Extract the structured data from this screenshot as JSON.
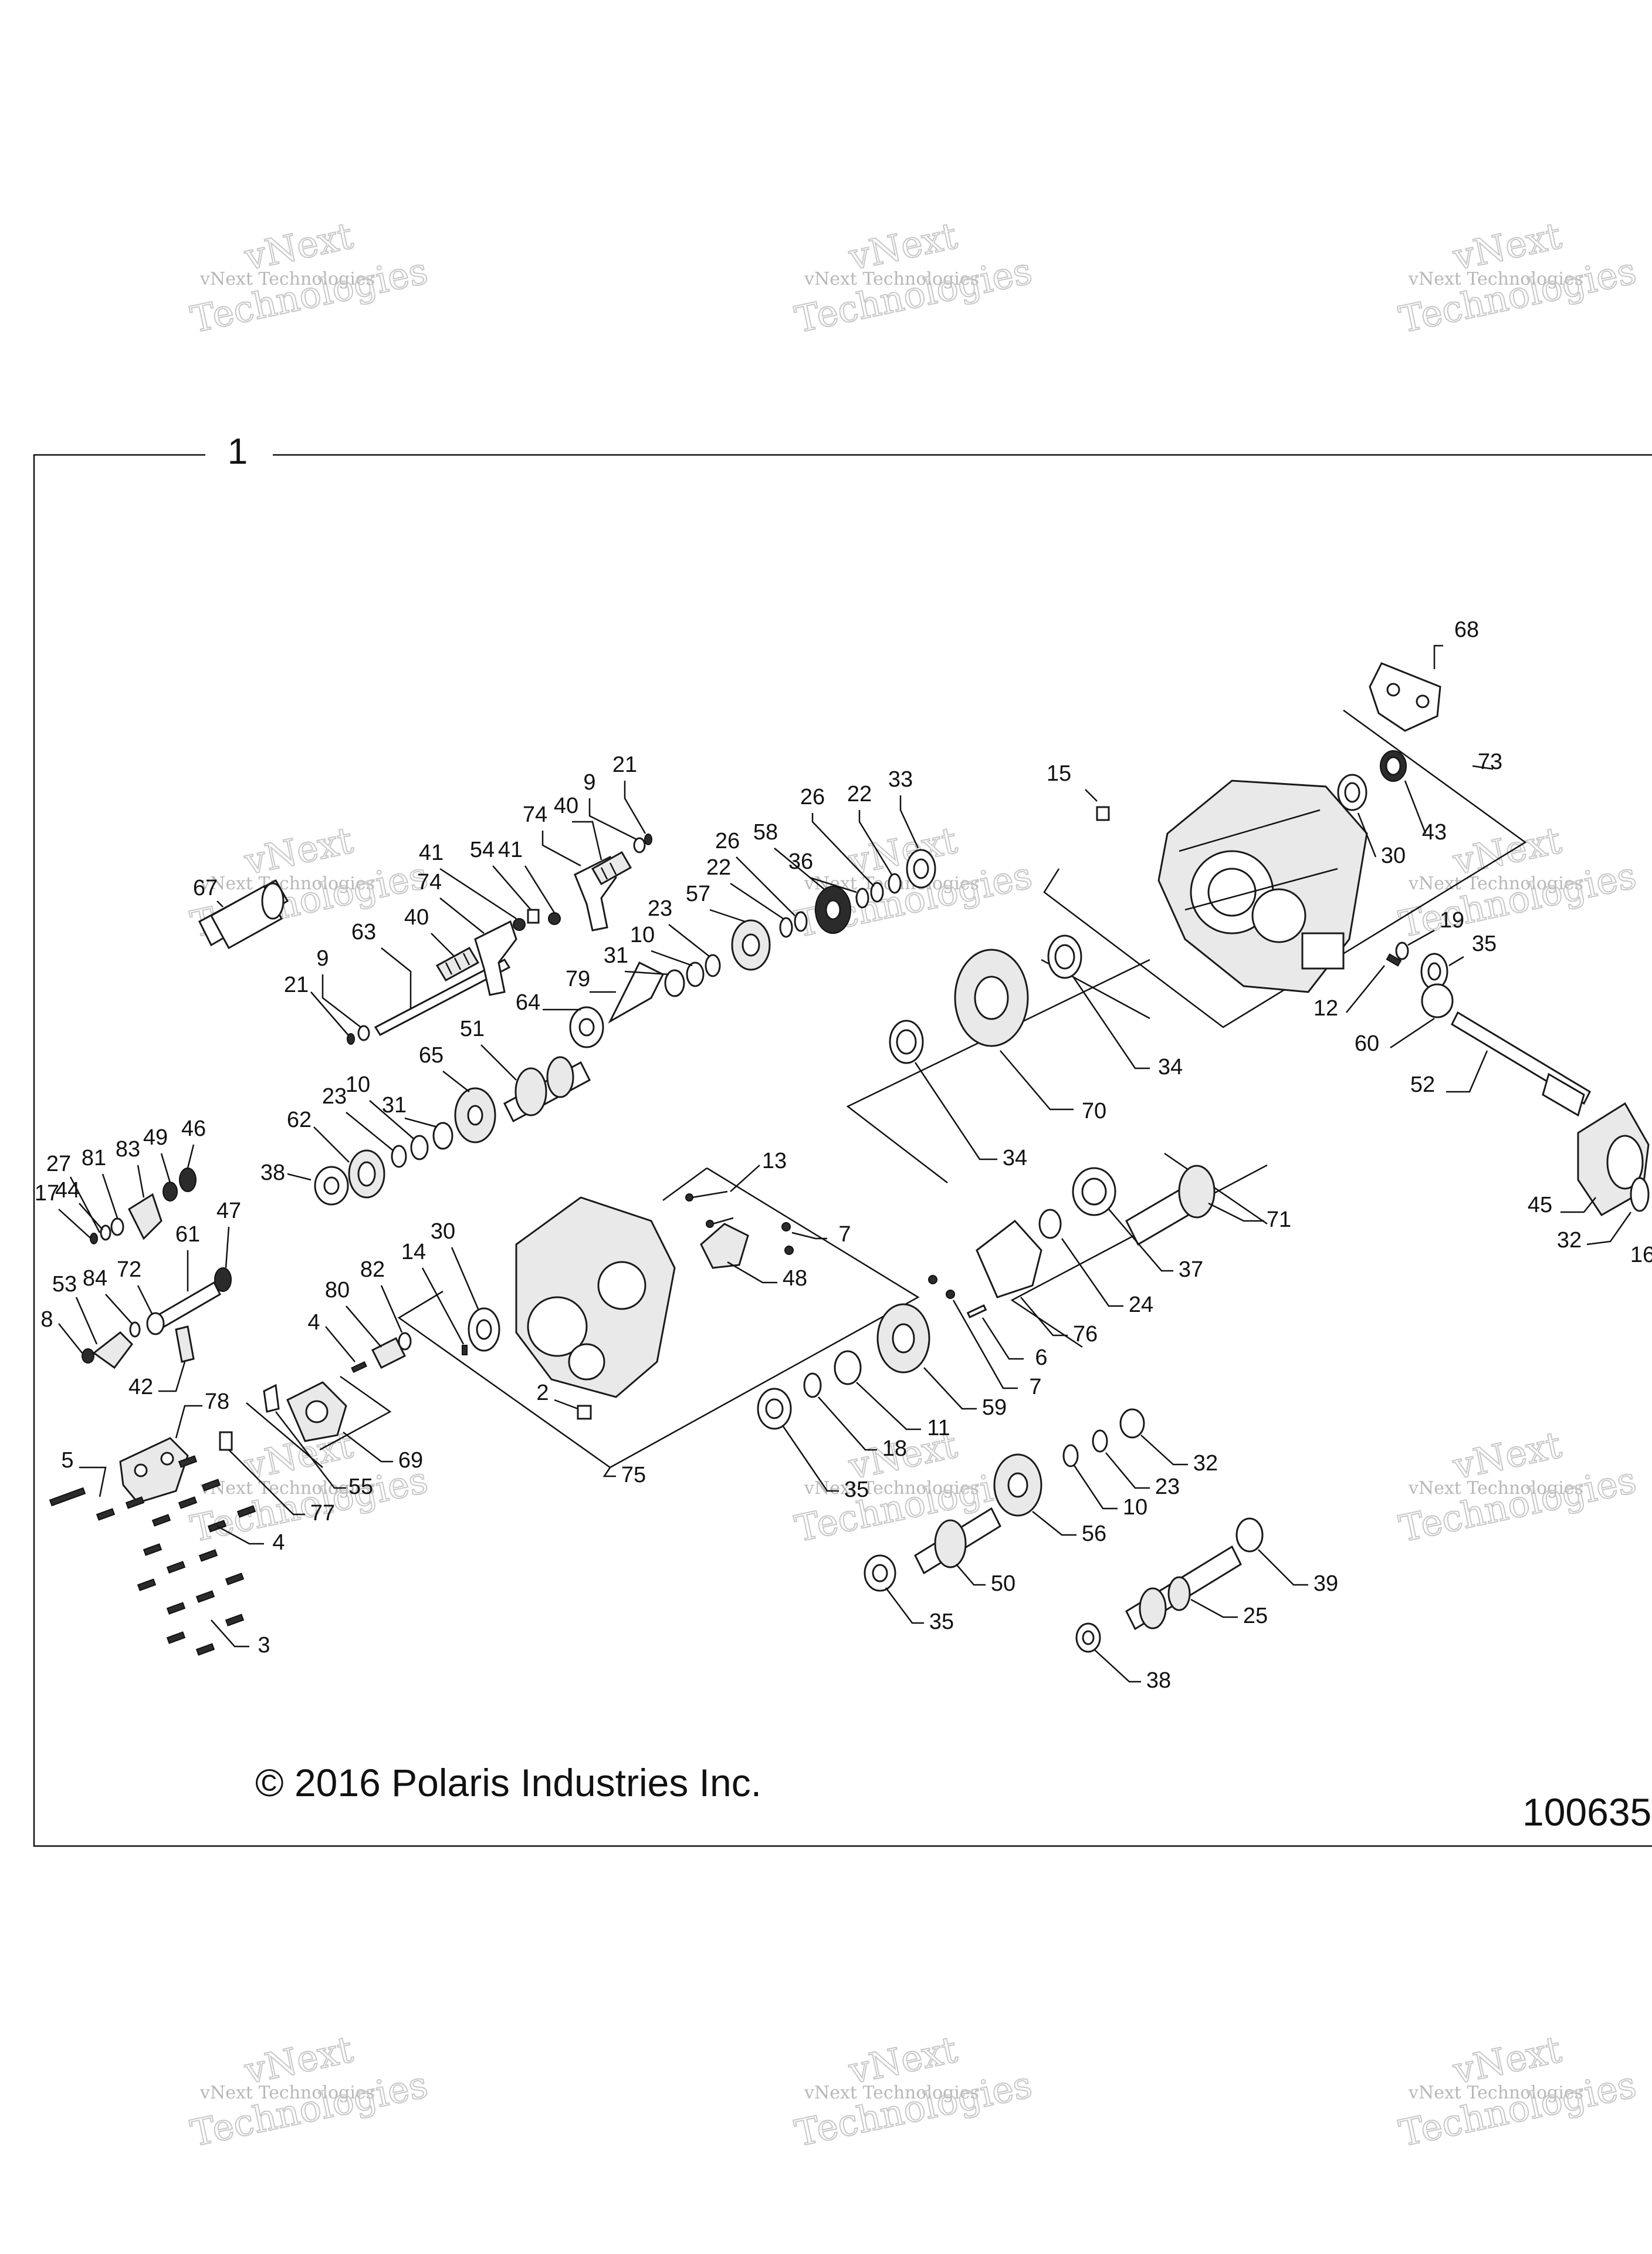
{
  "frame_label": "1",
  "copyright": "© 2016 Polaris Industries Inc.",
  "figure_number": "100635",
  "watermark": {
    "line1": "vNext",
    "line2": "vNext Technologies",
    "line3": "Technologies"
  },
  "callouts": [
    {
      "id": "c68",
      "text": "68"
    },
    {
      "id": "c73",
      "text": "73"
    },
    {
      "id": "c15",
      "text": "15"
    },
    {
      "id": "c43",
      "text": "43"
    },
    {
      "id": "c30a",
      "text": "30"
    },
    {
      "id": "c19",
      "text": "19"
    },
    {
      "id": "c35a",
      "text": "35"
    },
    {
      "id": "c12",
      "text": "12"
    },
    {
      "id": "c60",
      "text": "60"
    },
    {
      "id": "c52",
      "text": "52"
    },
    {
      "id": "c45",
      "text": "45"
    },
    {
      "id": "c32a",
      "text": "32"
    },
    {
      "id": "c16",
      "text": "16"
    },
    {
      "id": "c21a",
      "text": "21"
    },
    {
      "id": "c9a",
      "text": "9"
    },
    {
      "id": "c40a",
      "text": "40"
    },
    {
      "id": "c74a",
      "text": "74"
    },
    {
      "id": "c41a",
      "text": "41"
    },
    {
      "id": "c54",
      "text": "54"
    },
    {
      "id": "c41b",
      "text": "41"
    },
    {
      "id": "c74b",
      "text": "74"
    },
    {
      "id": "c40b",
      "text": "40"
    },
    {
      "id": "c67",
      "text": "67"
    },
    {
      "id": "c63",
      "text": "63"
    },
    {
      "id": "c9b",
      "text": "9"
    },
    {
      "id": "c21b",
      "text": "21"
    },
    {
      "id": "c26a",
      "text": "26"
    },
    {
      "id": "c22a",
      "text": "22"
    },
    {
      "id": "c33",
      "text": "33"
    },
    {
      "id": "c26b",
      "text": "26"
    },
    {
      "id": "c58",
      "text": "58"
    },
    {
      "id": "c36",
      "text": "36"
    },
    {
      "id": "c22b",
      "text": "22"
    },
    {
      "id": "c57",
      "text": "57"
    },
    {
      "id": "c23a",
      "text": "23"
    },
    {
      "id": "c10a",
      "text": "10"
    },
    {
      "id": "c31a",
      "text": "31"
    },
    {
      "id": "c79",
      "text": "79"
    },
    {
      "id": "c64",
      "text": "64"
    },
    {
      "id": "c51",
      "text": "51"
    },
    {
      "id": "c65",
      "text": "65"
    },
    {
      "id": "c31b",
      "text": "31"
    },
    {
      "id": "c10b",
      "text": "10"
    },
    {
      "id": "c23b",
      "text": "23"
    },
    {
      "id": "c62",
      "text": "62"
    },
    {
      "id": "c38a",
      "text": "38"
    },
    {
      "id": "c34a",
      "text": "34"
    },
    {
      "id": "c70",
      "text": "70"
    },
    {
      "id": "c34b",
      "text": "34"
    },
    {
      "id": "c13",
      "text": "13"
    },
    {
      "id": "c7a",
      "text": "7"
    },
    {
      "id": "c48",
      "text": "48"
    },
    {
      "id": "c71",
      "text": "71"
    },
    {
      "id": "c37",
      "text": "37"
    },
    {
      "id": "c24",
      "text": "24"
    },
    {
      "id": "c76",
      "text": "76"
    },
    {
      "id": "c6",
      "text": "6"
    },
    {
      "id": "c7b",
      "text": "7"
    },
    {
      "id": "c59",
      "text": "59"
    },
    {
      "id": "c11",
      "text": "11"
    },
    {
      "id": "c18",
      "text": "18"
    },
    {
      "id": "c35b",
      "text": "35"
    },
    {
      "id": "c32b",
      "text": "32"
    },
    {
      "id": "c23c",
      "text": "23"
    },
    {
      "id": "c10c",
      "text": "10"
    },
    {
      "id": "c56",
      "text": "56"
    },
    {
      "id": "c50",
      "text": "50"
    },
    {
      "id": "c35c",
      "text": "35"
    },
    {
      "id": "c39",
      "text": "39"
    },
    {
      "id": "c25",
      "text": "25"
    },
    {
      "id": "c38b",
      "text": "38"
    },
    {
      "id": "c27",
      "text": "27"
    },
    {
      "id": "c81",
      "text": "81"
    },
    {
      "id": "c83",
      "text": "83"
    },
    {
      "id": "c49",
      "text": "49"
    },
    {
      "id": "c46",
      "text": "46"
    },
    {
      "id": "c44",
      "text": "44"
    },
    {
      "id": "c17",
      "text": "17"
    },
    {
      "id": "c47",
      "text": "47"
    },
    {
      "id": "c61",
      "text": "61"
    },
    {
      "id": "c53",
      "text": "53"
    },
    {
      "id": "c84",
      "text": "84"
    },
    {
      "id": "c72",
      "text": "72"
    },
    {
      "id": "c8",
      "text": "8"
    },
    {
      "id": "c42",
      "text": "42"
    },
    {
      "id": "c14",
      "text": "14"
    },
    {
      "id": "c30b",
      "text": "30"
    },
    {
      "id": "c82",
      "text": "82"
    },
    {
      "id": "c80",
      "text": "80"
    },
    {
      "id": "c4a",
      "text": "4"
    },
    {
      "id": "c2",
      "text": "2"
    },
    {
      "id": "c75",
      "text": "75"
    },
    {
      "id": "c69",
      "text": "69"
    },
    {
      "id": "c55",
      "text": "55"
    },
    {
      "id": "c77",
      "text": "77"
    },
    {
      "id": "c78",
      "text": "78"
    },
    {
      "id": "c5",
      "text": "5"
    },
    {
      "id": "c4b",
      "text": "4"
    },
    {
      "id": "c3",
      "text": "3"
    }
  ]
}
